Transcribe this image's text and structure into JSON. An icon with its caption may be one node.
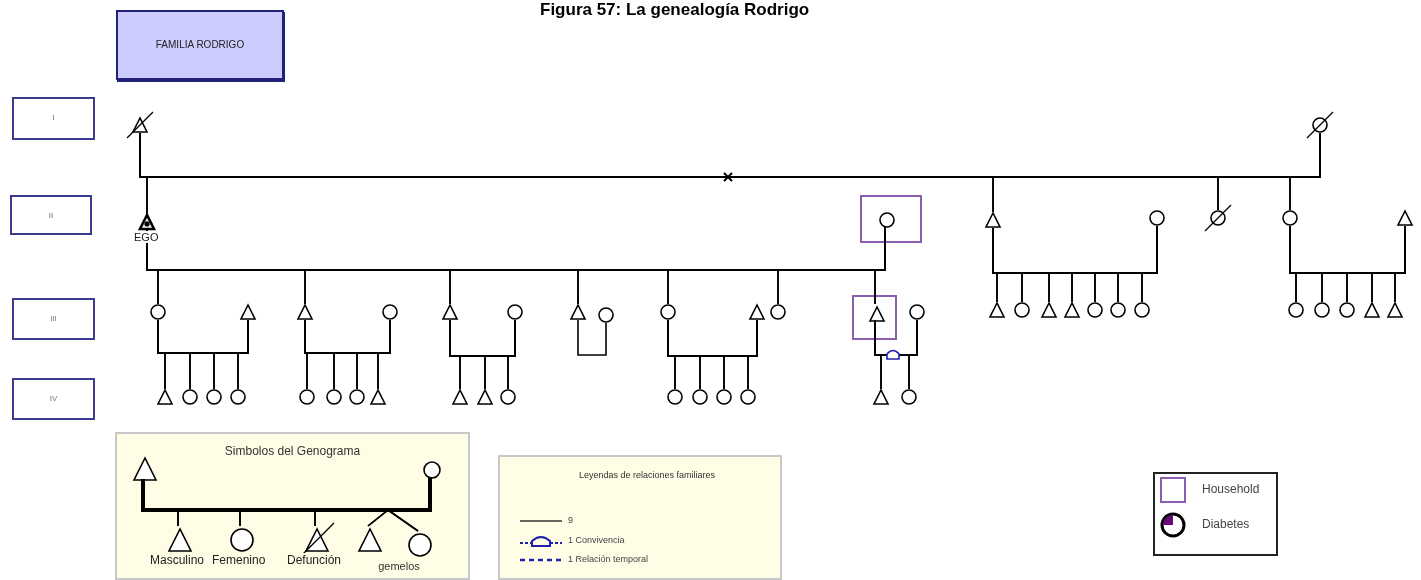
{
  "diagram": {
    "title": "Figura 57: La genealogía Rodrigo",
    "nodes": [
      {
        "text": [
          "FAMILIA RODRIGO"
        ]
      },
      {
        "text": [
          "I"
        ]
      },
      {
        "text": [],
        "shape": "triangle"
      },
      {
        "text": [],
        "shape": "circle"
      },
      {
        "text": [
          "II"
        ]
      },
      {
        "text": [],
        "shape": "triangle",
        "beside": [
          "EGO"
        ]
      },
      {
        "text": [],
        "shape": "box"
      },
      {
        "text": [],
        "shape": "circle",
        "in": 6
      },
      {
        "text": [],
        "shape": "triangle"
      },
      {
        "text": [],
        "shape": "circle"
      },
      {
        "text": [],
        "shape": "circle"
      },
      {
        "text": [],
        "shape": "circle"
      },
      {
        "text": [],
        "shape": "triangle"
      },
      {
        "text": [
          "III"
        ]
      },
      {
        "text": [],
        "shape": "circle"
      },
      {
        "text": [],
        "shape": "triangle"
      },
      {
        "text": [],
        "shape": "triangle"
      },
      {
        "text": [],
        "shape": "circle"
      },
      {
        "text": [],
        "shape": "triangle"
      },
      {
        "text": [],
        "shape": "circle"
      },
      {
        "text": [],
        "shape": "triangle"
      },
      {
        "text": [],
        "shape": "circle"
      },
      {
        "text": [],
        "shape": "circle"
      },
      {
        "text": [],
        "shape": "triangle"
      },
      {
        "text": [],
        "shape": "circle"
      },
      {
        "text": [],
        "shape": "box"
      },
      {
        "text": [],
        "shape": "triangle",
        "in": 25
      },
      {
        "text": [],
        "shape": "circle"
      },
      {
        "text": [],
        "shape": "triangle"
      },
      {
        "text": [],
        "shape": "circle"
      },
      {
        "text": [],
        "shape": "triangle"
      },
      {
        "text": [],
        "shape": "triangle"
      },
      {
        "text": [],
        "shape": "circle"
      },
      {
        "text": [],
        "shape": "circle"
      },
      {
        "text": [],
        "shape": "circle"
      },
      {
        "text": [],
        "shape": "circle"
      },
      {
        "text": [],
        "shape": "circle"
      },
      {
        "text": [],
        "shape": "circle"
      },
      {
        "text": [],
        "shape": "triangle"
      },
      {
        "text": [],
        "shape": "triangle"
      },
      {
        "text": [
          "IV"
        ]
      },
      {
        "text": [],
        "shape": "triangle"
      },
      {
        "text": [],
        "shape": "circle"
      },
      {
        "text": [],
        "shape": "circle"
      },
      {
        "text": [],
        "shape": "circle"
      },
      {
        "text": [],
        "shape": "circle"
      },
      {
        "text": [],
        "shape": "circle"
      },
      {
        "text": [],
        "shape": "circle"
      },
      {
        "text": [],
        "shape": "triangle"
      },
      {
        "text": [],
        "shape": "triangle"
      },
      {
        "text": [],
        "shape": "triangle"
      },
      {
        "text": [],
        "shape": "circle"
      },
      {
        "text": [],
        "shape": "circle"
      },
      {
        "text": [],
        "shape": "circle"
      },
      {
        "text": [],
        "shape": "circle"
      },
      {
        "text": [],
        "shape": "circle"
      },
      {
        "text": [],
        "shape": "triangle"
      },
      {
        "text": [],
        "shape": "circle"
      },
      {
        "text": [
          "Simbolos del Genograma"
        ]
      },
      {
        "text": [],
        "shape": "triangle",
        "in": 58
      },
      {
        "text": [],
        "shape": "circle",
        "in": 58
      },
      {
        "text": [],
        "shape": "triangle",
        "in": 58,
        "beside": [
          "Masculino"
        ]
      },
      {
        "text": [],
        "shape": "circle",
        "in": 58,
        "beside": [
          "Femenino"
        ]
      },
      {
        "text": [],
        "shape": "triangle",
        "in": 58,
        "beside": [
          "Defunción"
        ]
      },
      {
        "text": [],
        "shape": "triangle",
        "in": 58
      },
      {
        "text": [],
        "shape": "circle",
        "in": 58
      }
    ],
    "edges": [
      {
        "from": 2,
        "to": 3,
        "arrow": "none"
      },
      {
        "from": 2,
        "to": 5,
        "arrow": "none"
      },
      {
        "from": 3,
        "to": 5,
        "arrow": "none"
      },
      {
        "from": 2,
        "to": 8,
        "arrow": "none"
      },
      {
        "from": 3,
        "to": 8,
        "arrow": "none"
      },
      {
        "from": 2,
        "to": 10,
        "arrow": "none"
      },
      {
        "from": 3,
        "to": 10,
        "arrow": "none"
      },
      {
        "from": 2,
        "to": 11,
        "arrow": "none"
      },
      {
        "from": 3,
        "to": 11,
        "arrow": "none"
      },
      {
        "from": 5,
        "to": 7,
        "arrow": "none"
      },
      {
        "from": 5,
        "to": 14,
        "arrow": "none"
      },
      {
        "from": 7,
        "to": 14,
        "arrow": "none"
      },
      {
        "from": 5,
        "to": 16,
        "arrow": "none"
      },
      {
        "from": 7,
        "to": 16,
        "arrow": "none"
      },
      {
        "from": 5,
        "to": 18,
        "arrow": "none"
      },
      {
        "from": 7,
        "to": 18,
        "arrow": "none"
      },
      {
        "from": 5,
        "to": 20,
        "arrow": "none"
      },
      {
        "from": 7,
        "to": 20,
        "arrow": "none"
      },
      {
        "from": 5,
        "to": 22,
        "arrow": "none"
      },
      {
        "from": 7,
        "to": 22,
        "arrow": "none"
      },
      {
        "from": 5,
        "to": 24,
        "arrow": "none"
      },
      {
        "from": 7,
        "to": 24,
        "arrow": "none"
      },
      {
        "from": 5,
        "to": 26,
        "arrow": "none"
      },
      {
        "from": 7,
        "to": 26,
        "arrow": "none"
      },
      {
        "from": 8,
        "to": 9,
        "arrow": "none"
      },
      {
        "from": 8,
        "to": 28,
        "arrow": "none"
      },
      {
        "from": 9,
        "to": 28,
        "arrow": "none"
      },
      {
        "from": 8,
        "to": 29,
        "arrow": "none"
      },
      {
        "from": 9,
        "to": 29,
        "arrow": "none"
      },
      {
        "from": 8,
        "to": 30,
        "arrow": "none"
      },
      {
        "from": 9,
        "to": 30,
        "arrow": "none"
      },
      {
        "from": 8,
        "to": 31,
        "arrow": "none"
      },
      {
        "from": 9,
        "to": 31,
        "arrow": "none"
      },
      {
        "from": 8,
        "to": 32,
        "arrow": "none"
      },
      {
        "from": 9,
        "to": 32,
        "arrow": "none"
      },
      {
        "from": 8,
        "to": 33,
        "arrow": "none"
      },
      {
        "from": 9,
        "to": 33,
        "arrow": "none"
      },
      {
        "from": 8,
        "to": 34,
        "arrow": "none"
      },
      {
        "from": 9,
        "to": 34,
        "arrow": "none"
      },
      {
        "from": 11,
        "to": 12,
        "arrow": "none"
      },
      {
        "from": 11,
        "to": 35,
        "arrow": "none"
      },
      {
        "from": 12,
        "to": 35,
        "arrow": "none"
      },
      {
        "from": 11,
        "to": 36,
        "arrow": "none"
      },
      {
        "from": 12,
        "to": 36,
        "arrow": "none"
      },
      {
        "from": 11,
        "to": 37,
        "arrow": "none"
      },
      {
        "from": 12,
        "to": 37,
        "arrow": "none"
      },
      {
        "from": 11,
        "to": 38,
        "arrow": "none"
      },
      {
        "from": 12,
        "to": 38,
        "arrow": "none"
      },
      {
        "from": 11,
        "to": 39,
        "arrow": "none"
      },
      {
        "from": 12,
        "to": 39,
        "arrow": "none"
      },
      {
        "from": 14,
        "to": 15,
        "arrow": "none"
      },
      {
        "from": 14,
        "to": 41,
        "arrow": "none"
      },
      {
        "from": 15,
        "to": 41,
        "arrow": "none"
      },
      {
        "from": 14,
        "to": 42,
        "arrow": "none"
      },
      {
        "from": 15,
        "to": 42,
        "arrow": "none"
      },
      {
        "from": 14,
        "to": 43,
        "arrow": "none"
      },
      {
        "from": 15,
        "to": 43,
        "arrow": "none"
      },
      {
        "from": 14,
        "to": 44,
        "arrow": "none"
      },
      {
        "from": 15,
        "to": 44,
        "arrow": "none"
      },
      {
        "from": 16,
        "to": 17,
        "arrow": "none"
      },
      {
        "from": 16,
        "to": 45,
        "arrow": "none"
      },
      {
        "from": 17,
        "to": 45,
        "arrow": "none"
      },
      {
        "from": 16,
        "to": 46,
        "arrow": "none"
      },
      {
        "from": 17,
        "to": 46,
        "arrow": "none"
      },
      {
        "from": 16,
        "to": 47,
        "arrow": "none"
      },
      {
        "from": 17,
        "to": 47,
        "arrow": "none"
      },
      {
        "from": 16,
        "to": 48,
        "arrow": "none"
      },
      {
        "from": 17,
        "to": 48,
        "arrow": "none"
      },
      {
        "from": 18,
        "to": 19,
        "arrow": "none"
      },
      {
        "from": 18,
        "to": 49,
        "arrow": "none"
      },
      {
        "from": 19,
        "to": 49,
        "arrow": "none"
      },
      {
        "from": 18,
        "to": 50,
        "arrow": "none"
      },
      {
        "from": 19,
        "to": 50,
        "arrow": "none"
      },
      {
        "from": 18,
        "to": 51,
        "arrow": "none"
      },
      {
        "from": 19,
        "to": 51,
        "arrow": "none"
      },
      {
        "from": 20,
        "to": 21,
        "arrow": "none"
      },
      {
        "from": 22,
        "to": 23,
        "arrow": "none"
      },
      {
        "from": 22,
        "to": 52,
        "arrow": "none"
      },
      {
        "from": 23,
        "to": 52,
        "arrow": "none"
      },
      {
        "from": 22,
        "to": 53,
        "arrow": "none"
      },
      {
        "from": 23,
        "to": 53,
        "arrow": "none"
      },
      {
        "from": 22,
        "to": 54,
        "arrow": "none"
      },
      {
        "from": 23,
        "to": 54,
        "arrow": "none"
      },
      {
        "from": 22,
        "to": 55,
        "arrow": "none"
      },
      {
        "from": 23,
        "to": 55,
        "arrow": "none"
      },
      {
        "from": 26,
        "to": 27,
        "arrow": "none",
        "color": "#1f1fb0"
      },
      {
        "from": 26,
        "to": 56,
        "arrow": "none"
      },
      {
        "from": 27,
        "to": 56,
        "arrow": "none"
      },
      {
        "from": 26,
        "to": 57,
        "arrow": "none"
      },
      {
        "from": 27,
        "to": 57,
        "arrow": "none"
      },
      {
        "from": 59,
        "to": 60,
        "arrow": "none",
        "style": "thick"
      },
      {
        "from": 59,
        "to": 61,
        "arrow": "none"
      },
      {
        "from": 60,
        "to": 61,
        "arrow": "none"
      },
      {
        "from": 59,
        "to": 62,
        "arrow": "none"
      },
      {
        "from": 60,
        "to": 62,
        "arrow": "none"
      },
      {
        "from": 59,
        "to": 63,
        "arrow": "none"
      },
      {
        "from": 60,
        "to": 63,
        "arrow": "none"
      },
      {
        "from": 59,
        "to": 64,
        "arrow": "none"
      },
      {
        "from": 60,
        "to": 64,
        "arrow": "none"
      },
      {
        "from": 59,
        "to": 65,
        "arrow": "none"
      },
      {
        "from": 60,
        "to": 65,
        "arrow": "none"
      }
    ],
    "labels": [
      "gemelos",
      "Leyendas de relaciones familiares"
    ],
    "legend": [
      {
        "text": "9"
      },
      {
        "text": "1 Convivencia"
      },
      {
        "text": "1 Relación temporal"
      },
      {
        "text": "Household"
      },
      {
        "text": "Diabetes"
      }
    ]
  }
}
